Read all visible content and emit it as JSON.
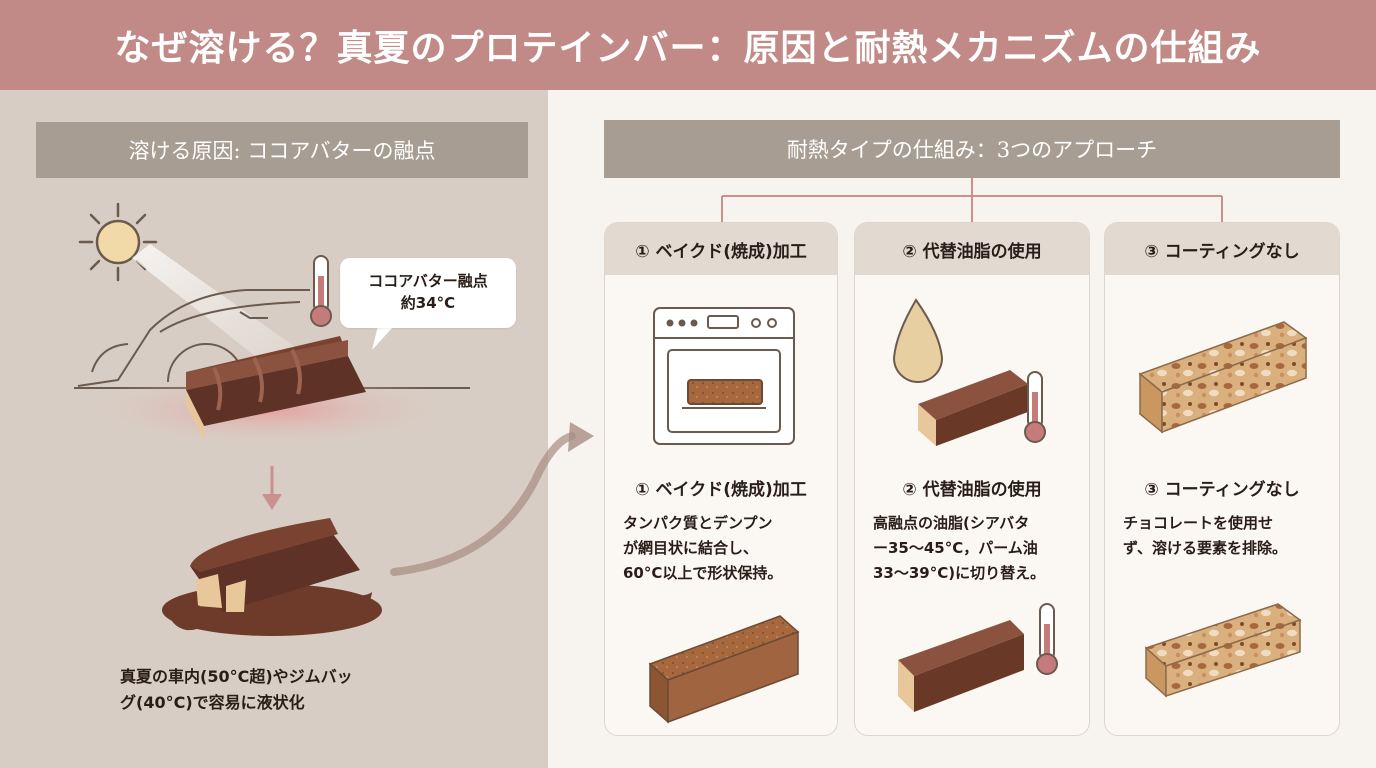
{
  "header": {
    "title": "なぜ溶ける？真夏のプロテインバー：原因と耐熱メカニズムの仕組み"
  },
  "left": {
    "section_title": "溶ける原因: ココアバターの融点",
    "bubble_line1": "ココアバター融点",
    "bubble_line2": "約34°C",
    "caption_line1": "真夏の車内(50°C超)やジムバッ",
    "caption_line2": "グ(40°C)で容易に液状化"
  },
  "right": {
    "section_title": "耐熱タイプの仕組み：3つのアプローチ",
    "cards": [
      {
        "header": "① ベイクド(焼成)加工",
        "subtitle": "① ベイクド(焼成)加工",
        "body_line1": "タンパク質とデンプン",
        "body_line2": "が網目状に結合し、",
        "body_line3": "60°C以上で形状保持。"
      },
      {
        "header": "② 代替油脂の使用",
        "subtitle": "② 代替油脂の使用",
        "body_line1": "高融点の油脂(シアバタ",
        "body_line2": "ー35〜45°C，パーム油",
        "body_line3": "33〜39°C)に切り替え。"
      },
      {
        "header": "③ コーティングなし",
        "subtitle": "③ コーティングなし",
        "body_line1": "チョコレートを使用せ",
        "body_line2": "ず、溶ける要素を排除。",
        "body_line3": ""
      }
    ]
  },
  "colors": {
    "header_bg": "#c28a86",
    "left_bg": "#d8cdc4",
    "right_bg": "#f7f3ef",
    "label_bar": "#a89d92",
    "chocolate": "#7a4331",
    "connector": "#c9918e"
  },
  "icons": [
    "sun-icon",
    "thermometer-icon",
    "oven-icon",
    "oil-drop-icon",
    "chocolate-bar-icon",
    "granola-bar-icon"
  ]
}
